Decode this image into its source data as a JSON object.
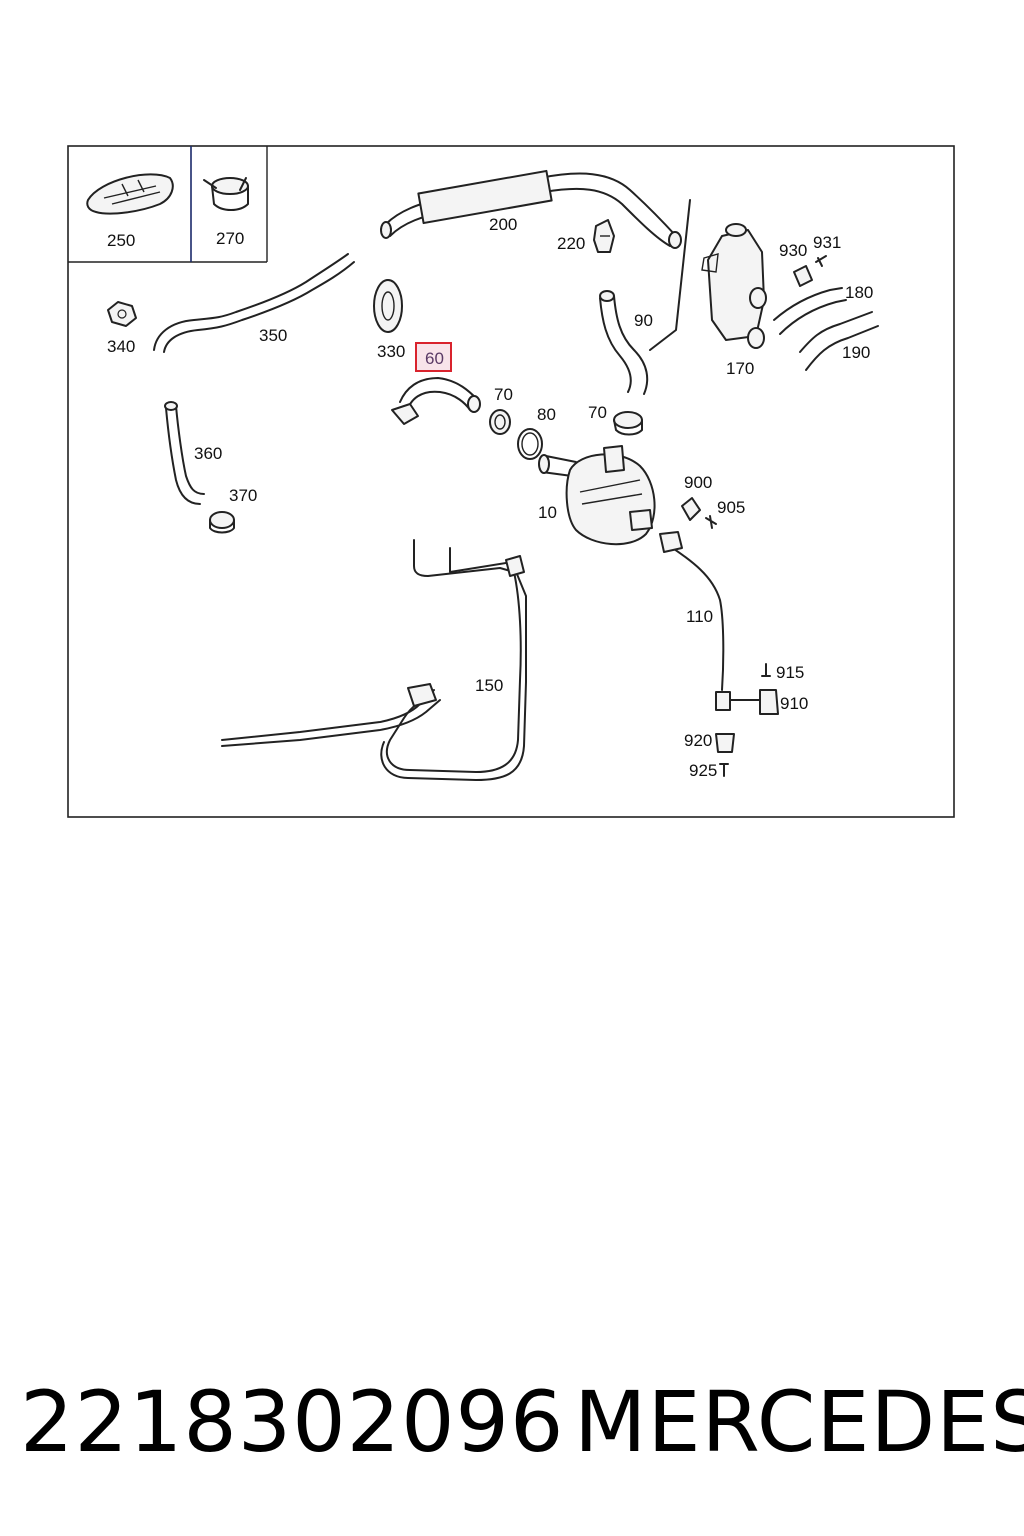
{
  "diagram": {
    "highlight_color": "#d9232d",
    "inset_labels": [
      "250",
      "270"
    ],
    "callouts": {
      "c200": "200",
      "c220": "220",
      "c930": "930",
      "c931": "931",
      "c180": "180",
      "c190": "190",
      "c170": "170",
      "c90": "90",
      "c350": "350",
      "c340": "340",
      "c330": "330",
      "c60": "60",
      "c70a": "70",
      "c80": "80",
      "c70b": "70",
      "c360": "360",
      "c370": "370",
      "c10": "10",
      "c900": "900",
      "c905": "905",
      "c110": "110",
      "c150": "150",
      "c915": "915",
      "c910": "910",
      "c920": "920",
      "c925": "925"
    }
  },
  "footer": {
    "part_number": "2218302096",
    "brand": "MERCEDES"
  }
}
